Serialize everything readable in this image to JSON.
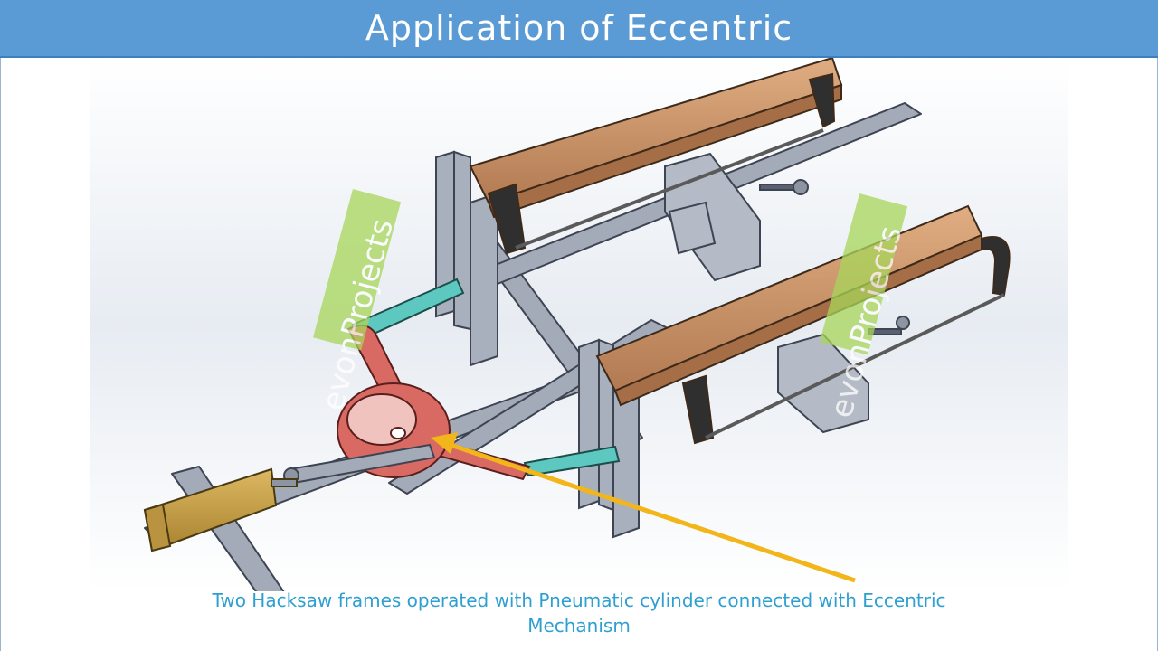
{
  "slide": {
    "title": "Application of Eccentric",
    "caption_line1": "Two Hacksaw frames operated with Pneumatic cylinder connected with Eccentric",
    "caption_line2": "Mechanism"
  },
  "watermark": {
    "text": "evonProjects"
  },
  "colors": {
    "title_bar": "#5b9bd5",
    "caption_text": "#2e9fd0",
    "eccentric_plate": "#d96a63",
    "link_teal": "#5cc8c0",
    "hacksaw_frame": "#c9926a",
    "cylinder": "#c9a24a",
    "arrow": "#f2b51a",
    "watermark_green": "#a8d65a"
  }
}
